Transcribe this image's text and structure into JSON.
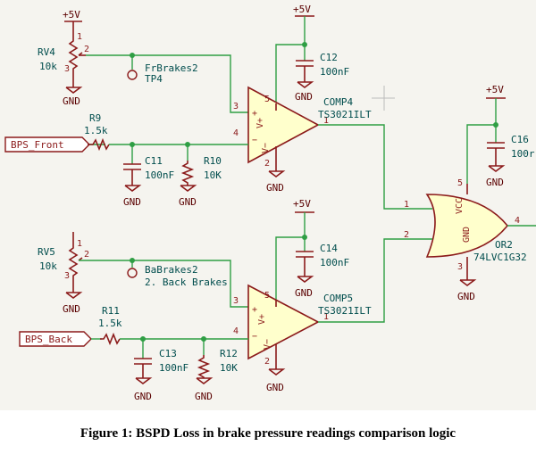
{
  "caption": "Figure 1: BSPD Loss in brake pressure readings comparison logic",
  "power": {
    "vcc": "+5V",
    "gnd": "GND"
  },
  "labels": {
    "bps_front": "BPS_Front",
    "bps_back": "BPS_Back"
  },
  "rv4": {
    "ref": "RV4",
    "value": "10k",
    "pin1": "1",
    "pin2": "2",
    "pin3": "3"
  },
  "rv5": {
    "ref": "RV5",
    "value": "10k",
    "pin1": "1",
    "pin2": "2",
    "pin3": "3"
  },
  "tp4": {
    "ref": "FrBrakes2",
    "value": "TP4"
  },
  "tp_back": {
    "ref": "BaBrakes2",
    "value": "2. Back Brakes"
  },
  "r9": {
    "ref": "R9",
    "value": "1.5k"
  },
  "r10": {
    "ref": "R10",
    "value": "10K"
  },
  "r11": {
    "ref": "R11",
    "value": "1.5k"
  },
  "r12": {
    "ref": "R12",
    "value": "10K"
  },
  "c11": {
    "ref": "C11",
    "value": "100nF"
  },
  "c12": {
    "ref": "C12",
    "value": "100nF"
  },
  "c13": {
    "ref": "C13",
    "value": "100nF"
  },
  "c14": {
    "ref": "C14",
    "value": "100nF"
  },
  "c16": {
    "ref": "C16",
    "value": "100r"
  },
  "comp4": {
    "ref": "COMP4",
    "value": "TS3021ILT",
    "plus": "+",
    "minus": "−",
    "vp": "V+",
    "vm": "V−",
    "pin1": "1",
    "pin2": "2",
    "pin3": "3",
    "pin4": "4",
    "pin5": "5"
  },
  "comp5": {
    "ref": "COMP5",
    "value": "TS3021ILT",
    "plus": "+",
    "minus": "−",
    "vp": "V+",
    "vm": "V−",
    "pin1": "1",
    "pin2": "2",
    "pin3": "3",
    "pin4": "4",
    "pin5": "5"
  },
  "or2": {
    "ref": "OR2",
    "value": "74LVC1G32",
    "vcc": "VCC",
    "gnd": "GND",
    "pin1": "1",
    "pin2": "2",
    "pin3": "3",
    "pin4": "4",
    "pin5": "5"
  }
}
